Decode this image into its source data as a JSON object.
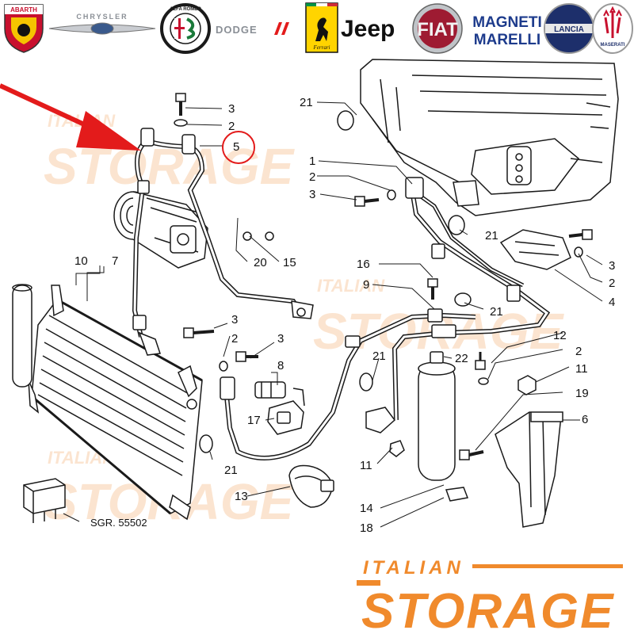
{
  "header_logos": [
    {
      "name": "abarth",
      "label": "ABARTH"
    },
    {
      "name": "chrysler",
      "label": "CHRYSLER"
    },
    {
      "name": "alfa-romeo",
      "label": "ALFA ROMEO"
    },
    {
      "name": "dodge",
      "label": "DODGE"
    },
    {
      "name": "ferrari",
      "label": "Ferrari"
    },
    {
      "name": "jeep",
      "label": "Jeep"
    },
    {
      "name": "fiat",
      "label": "FIAT"
    },
    {
      "name": "magneti-marelli",
      "label": "MAGNETI MARELLI"
    },
    {
      "name": "lancia",
      "label": "LANCIA"
    },
    {
      "name": "maserati",
      "label": "MASERATI"
    }
  ],
  "watermark": {
    "line1": "ITALIAN",
    "line2": "STORAGE",
    "color": "#f08a2c"
  },
  "footer_logo": {
    "line1": "ITALIAN",
    "line2": "STORAGE",
    "color": "#f08a2c"
  },
  "highlight": {
    "part_number": "5",
    "arrow_color": "#e31b1b",
    "circle_color": "#e31b1b"
  },
  "callouts": [
    "1",
    "2",
    "3",
    "4",
    "5",
    "6",
    "7",
    "8",
    "9",
    "10",
    "11",
    "12",
    "13",
    "14",
    "15",
    "16",
    "17",
    "18",
    "19",
    "20",
    "21",
    "22"
  ],
  "reference_text": "SGR. 55502"
}
